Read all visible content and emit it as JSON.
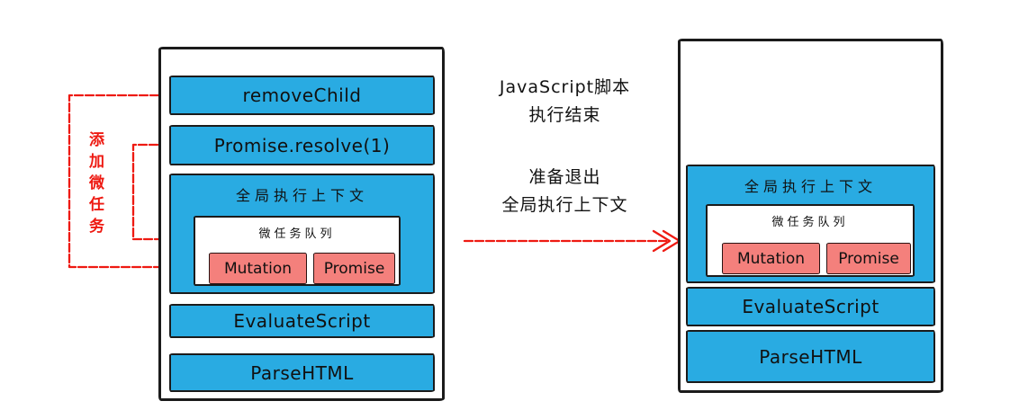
{
  "colors": {
    "blue": "#29abe2",
    "pink": "#f4807c",
    "red": "#ee1a12",
    "ink": "#111111"
  },
  "left_stack": {
    "frames": {
      "remove_child": "removeChild",
      "promise_resolve": "Promise.resolve(1)",
      "evaluate_script": "EvaluateScript",
      "parse_html": "ParseHTML"
    },
    "context_label": "全局执行上下文",
    "queue_label": "微任务队列",
    "tasks": {
      "mutation": "Mutation",
      "promise": "Promise"
    }
  },
  "right_stack": {
    "context_label": "全局执行上下文",
    "queue_label": "微任务队列",
    "tasks": {
      "mutation": "Mutation",
      "promise": "Promise"
    },
    "frames": {
      "evaluate_script": "EvaluateScript",
      "parse_html": "ParseHTML"
    }
  },
  "annotation": {
    "add_microtask": "添加微任务"
  },
  "transition": {
    "line1": "JavaScript脚本",
    "line2": "执行结束",
    "line3": "准备退出",
    "line4": "全局执行上下文"
  }
}
